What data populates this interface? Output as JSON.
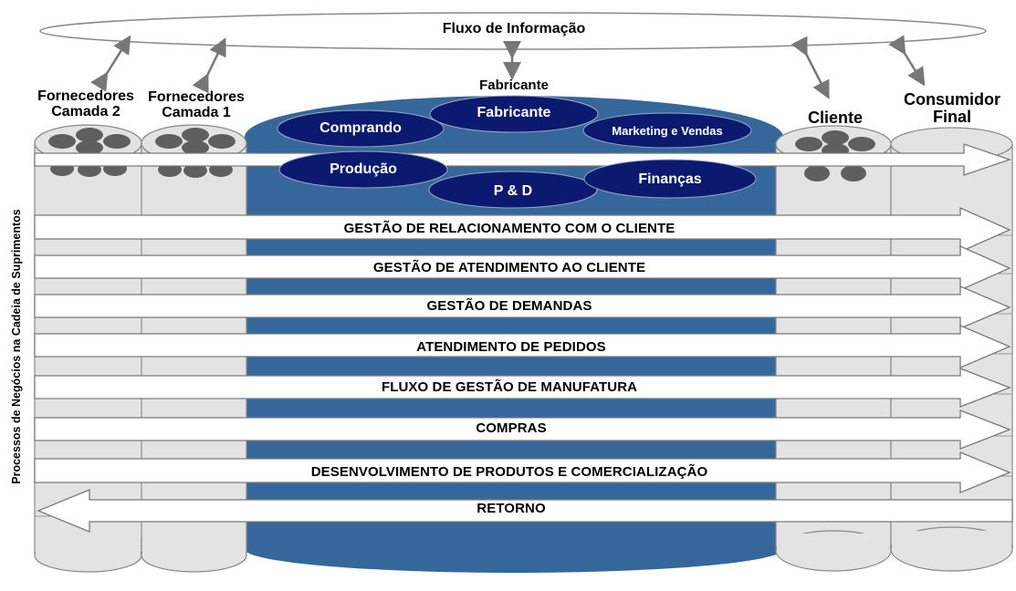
{
  "title": "Fluxo de Informação",
  "side_label": "Processos de Negócios na Cadeia de Suprimentos",
  "entities": {
    "tier2": "Fornecedores\nCamada 2",
    "tier1": "Fornecedores\nCamada 1",
    "manufacturer": "Fabricante",
    "customer": "Cliente",
    "consumer": "Consumidor\nFinal"
  },
  "functions": {
    "comprando": "Comprando",
    "fabricante": "Fabricante",
    "marketing": "Marketing e Vendas",
    "producao": "Produção",
    "pd": "P & D",
    "financas": "Finanças"
  },
  "processes": [
    "GESTÃO DE RELACIONAMENTO COM O CLIENTE",
    "GESTÃO DE ATENDIMENTO AO CLIENTE",
    "GESTÃO DE DEMANDAS",
    "ATENDIMENTO DE PEDIDOS",
    "FLUXO DE GESTÃO DE MANUFATURA",
    "COMPRAS",
    "DESENVOLVIMENTO DE PRODUTOS E COMERCIALIZAÇÃO",
    "RETORNO"
  ],
  "colors": {
    "manufacturer_blue": "#35679a",
    "function_navy": "#0b1a6e",
    "cylinder_gray": "#e3e3e3",
    "blob_gray": "#5f5f5f",
    "arrow_outline": "#7a7a7a",
    "connector_gray": "#888888"
  }
}
